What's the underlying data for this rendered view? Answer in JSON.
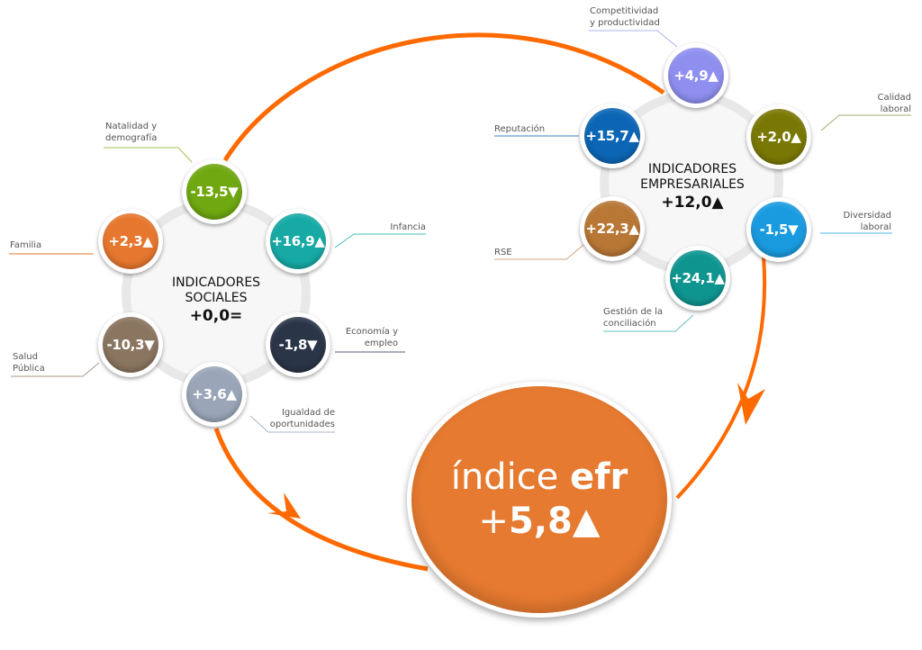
{
  "colors": {
    "arrow": "#ff6a00",
    "ring": "#f2f2f2"
  },
  "social": {
    "title_line1": "INDICADORES",
    "title_line2": "SOCIALES",
    "value": "+0,0=",
    "nodes": [
      {
        "label": "Natalidad y\ndemografía",
        "value": "-13,5▼",
        "color": "#6fa810",
        "trend": "down"
      },
      {
        "label": "Infancia",
        "value": "+16,9▲",
        "color": "#17aaa5",
        "trend": "up"
      },
      {
        "label": "Economía y\nempleo",
        "value": "-1,8▼",
        "color": "#2b3548",
        "trend": "down"
      },
      {
        "label": "Igualdad de\noportunidades",
        "value": "+3,6▲",
        "color": "#9aa6b8",
        "trend": "up"
      },
      {
        "label": "Salud\nPública",
        "value": "-10,3▼",
        "color": "#8a7560",
        "trend": "down"
      },
      {
        "label": "Familia",
        "value": "+2,3▲",
        "color": "#e6772e",
        "trend": "up"
      }
    ]
  },
  "business": {
    "title_line1": "INDICADORES",
    "title_line2": "EMPRESARIALES",
    "value": "+12,0▲",
    "nodes": [
      {
        "label": "Competitividad\ny productividad",
        "value": "+4,9▲",
        "color": "#8f8ff0",
        "trend": "up"
      },
      {
        "label": "Calidad\nlaboral",
        "value": "+2,0▲",
        "color": "#7a7805",
        "trend": "up"
      },
      {
        "label": "Diversidad\nlaboral",
        "value": "-1,5▼",
        "color": "#1a9be0",
        "trend": "down"
      },
      {
        "label": "Gestión de la\nconciliación",
        "value": "+24,1▲",
        "color": "#0f9590",
        "trend": "up"
      },
      {
        "label": "RSE",
        "value": "+22,3▲",
        "color": "#b87735",
        "trend": "up"
      },
      {
        "label": "Reputación",
        "value": "+15,7▲",
        "color": "#0c66b5",
        "trend": "up"
      }
    ]
  },
  "index": {
    "word": "índice",
    "brand": "efr",
    "sign": "+",
    "value": "5,8",
    "trend_symbol": "▲"
  }
}
